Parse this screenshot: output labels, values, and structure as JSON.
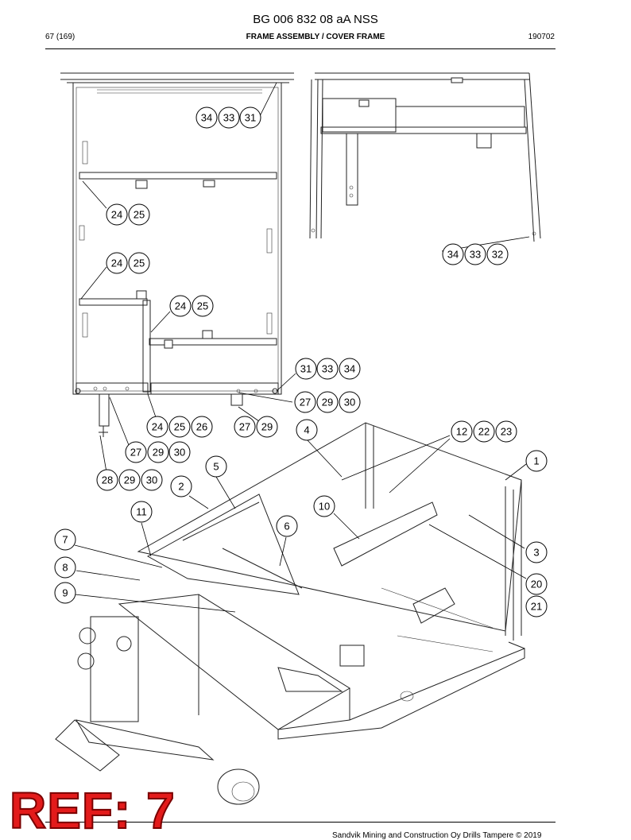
{
  "header": {
    "title": "BG 006 832 08 aA NSS",
    "page": "67 (169)",
    "section": "FRAME ASSEMBLY / COVER FRAME",
    "date": "190702"
  },
  "footer": {
    "text": "Sandvik Mining and Construction Oy Drills Tampere © 2019"
  },
  "stamp": {
    "text": "REF: 7"
  },
  "callouts": [
    {
      "id": "c1",
      "label": "34"
    },
    {
      "id": "c2",
      "label": "33"
    },
    {
      "id": "c3",
      "label": "31"
    },
    {
      "id": "c4",
      "label": "24"
    },
    {
      "id": "c5",
      "label": "25"
    },
    {
      "id": "c6",
      "label": "24"
    },
    {
      "id": "c7",
      "label": "25"
    },
    {
      "id": "c8",
      "label": "24"
    },
    {
      "id": "c9",
      "label": "25"
    },
    {
      "id": "c10",
      "label": "31"
    },
    {
      "id": "c11",
      "label": "33"
    },
    {
      "id": "c12",
      "label": "34"
    },
    {
      "id": "c13",
      "label": "27"
    },
    {
      "id": "c14",
      "label": "29"
    },
    {
      "id": "c15",
      "label": "30"
    },
    {
      "id": "c16",
      "label": "24"
    },
    {
      "id": "c17",
      "label": "25"
    },
    {
      "id": "c18",
      "label": "26"
    },
    {
      "id": "c19",
      "label": "27"
    },
    {
      "id": "c20",
      "label": "29"
    },
    {
      "id": "c21",
      "label": "27"
    },
    {
      "id": "c22",
      "label": "29"
    },
    {
      "id": "c23",
      "label": "30"
    },
    {
      "id": "c24",
      "label": "28"
    },
    {
      "id": "c25",
      "label": "29"
    },
    {
      "id": "c26",
      "label": "30"
    },
    {
      "id": "c27",
      "label": "34"
    },
    {
      "id": "c28",
      "label": "33"
    },
    {
      "id": "c29",
      "label": "32"
    },
    {
      "id": "c30",
      "label": "4"
    },
    {
      "id": "c31",
      "label": "12"
    },
    {
      "id": "c32",
      "label": "22"
    },
    {
      "id": "c33",
      "label": "23"
    },
    {
      "id": "c34",
      "label": "1"
    },
    {
      "id": "c35",
      "label": "5"
    },
    {
      "id": "c36",
      "label": "2"
    },
    {
      "id": "c37",
      "label": "11"
    },
    {
      "id": "c38",
      "label": "10"
    },
    {
      "id": "c39",
      "label": "6"
    },
    {
      "id": "c40",
      "label": "7"
    },
    {
      "id": "c41",
      "label": "3"
    },
    {
      "id": "c42",
      "label": "8"
    },
    {
      "id": "c43",
      "label": "20"
    },
    {
      "id": "c44",
      "label": "9"
    },
    {
      "id": "c45",
      "label": "21"
    }
  ]
}
